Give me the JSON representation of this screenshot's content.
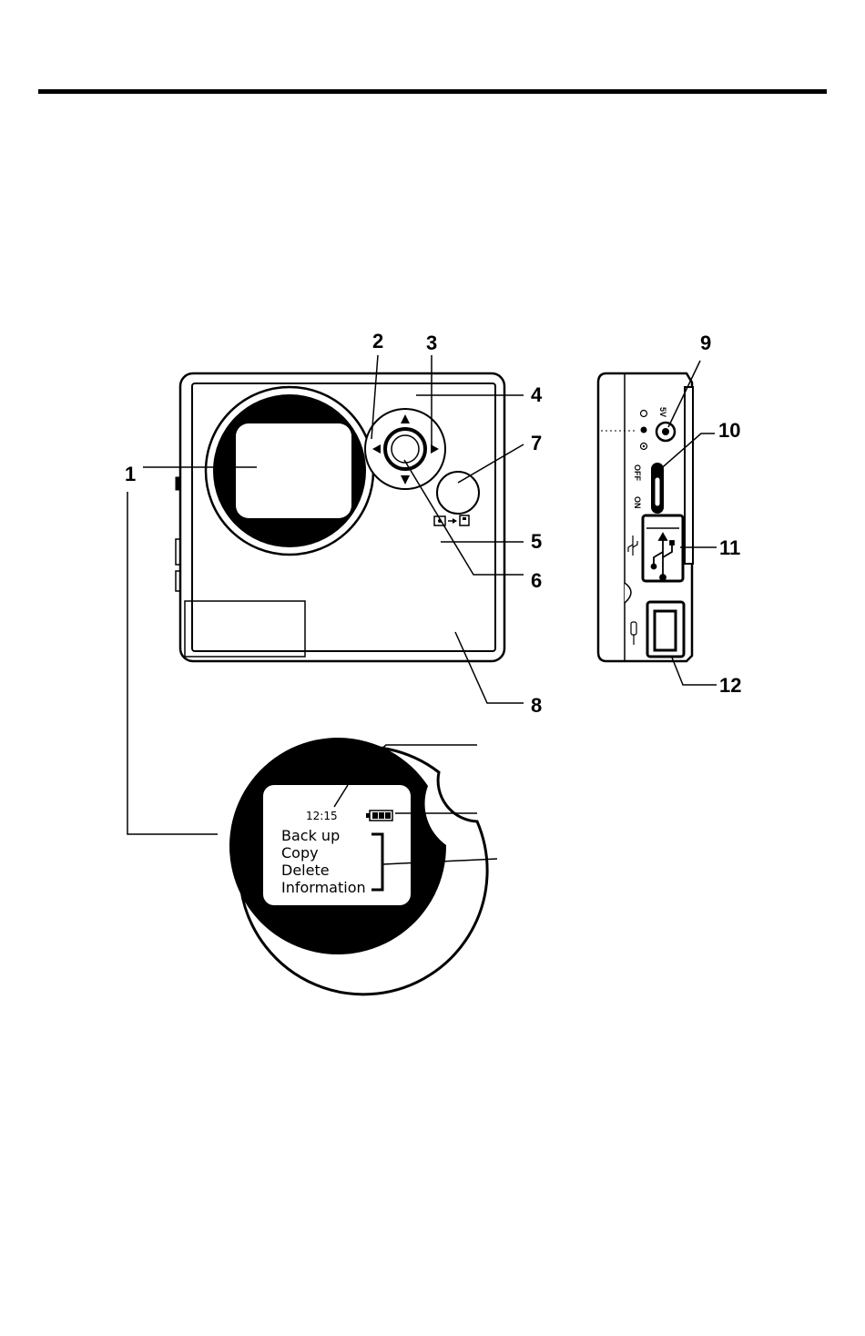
{
  "callouts": {
    "c1": "1",
    "c2": "2",
    "c3": "3",
    "c4": "4",
    "c5": "5",
    "c6": "6",
    "c7": "7",
    "c8": "8",
    "c9": "9",
    "c10": "10",
    "c11": "11",
    "c12": "12"
  },
  "screen": {
    "time": "12:15",
    "menu": [
      "Back up",
      "Copy",
      "Delete",
      "Information"
    ]
  },
  "side": {
    "switch_off": "OFF",
    "switch_on": "ON",
    "dc_label": "5V"
  },
  "icons": {
    "dpad_up": "triangle-up-icon",
    "dpad_down": "triangle-down-icon",
    "dpad_left": "triangle-left-icon",
    "dpad_right": "triangle-right-icon",
    "usb": "usb-icon",
    "battery": "battery-icon",
    "mode": "camera-to-card-icon"
  }
}
